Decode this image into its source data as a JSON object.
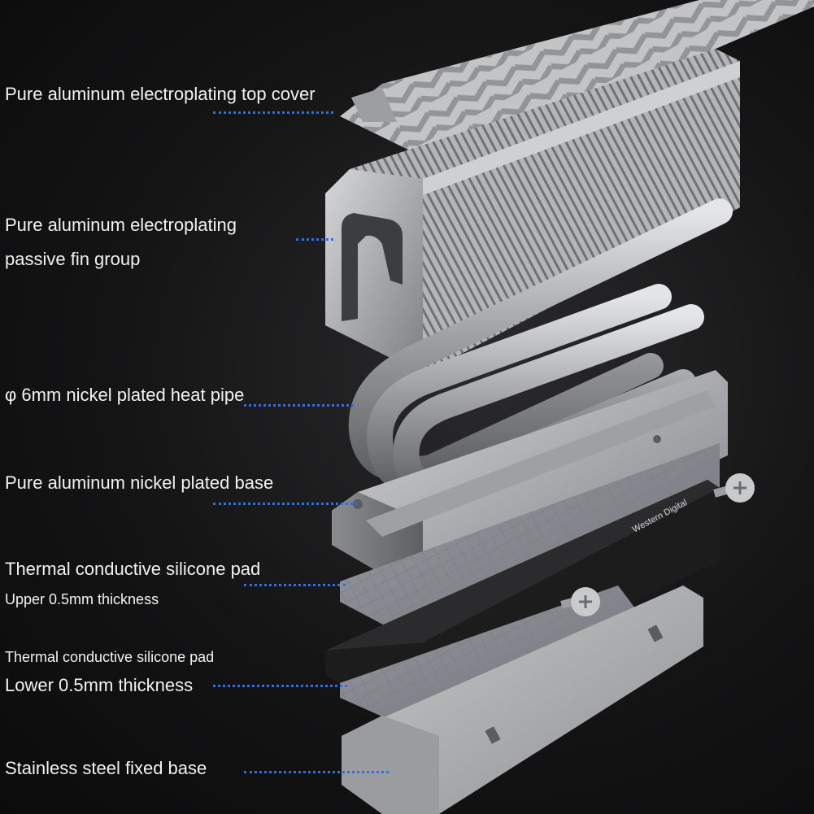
{
  "labels": [
    {
      "id": "top-cover",
      "text": "Pure aluminum electroplating top cover"
    },
    {
      "id": "fin-group-1",
      "text": "Pure aluminum electroplating"
    },
    {
      "id": "fin-group-2",
      "text": "passive fin group"
    },
    {
      "id": "heat-pipe",
      "text": "φ 6mm nickel plated heat pipe"
    },
    {
      "id": "base",
      "text": "Pure aluminum nickel plated base"
    },
    {
      "id": "upper-pad-1",
      "text": "Thermal conductive silicone pad"
    },
    {
      "id": "upper-pad-2",
      "text": "Upper 0.5mm thickness"
    },
    {
      "id": "lower-pad-1",
      "text": "Thermal conductive silicone pad"
    },
    {
      "id": "lower-pad-2",
      "text": "Lower 0.5mm thickness"
    },
    {
      "id": "steel-base",
      "text": "Stainless steel fixed base"
    }
  ],
  "ssd_brand": "Western Digital",
  "colors": {
    "background": "#141415",
    "label_text": "#f2f2f2",
    "leader_dots": "#2f6fe0",
    "aluminum": "#b9babc",
    "pad": "#8c8f96",
    "ssd": "#1a1a1a"
  }
}
